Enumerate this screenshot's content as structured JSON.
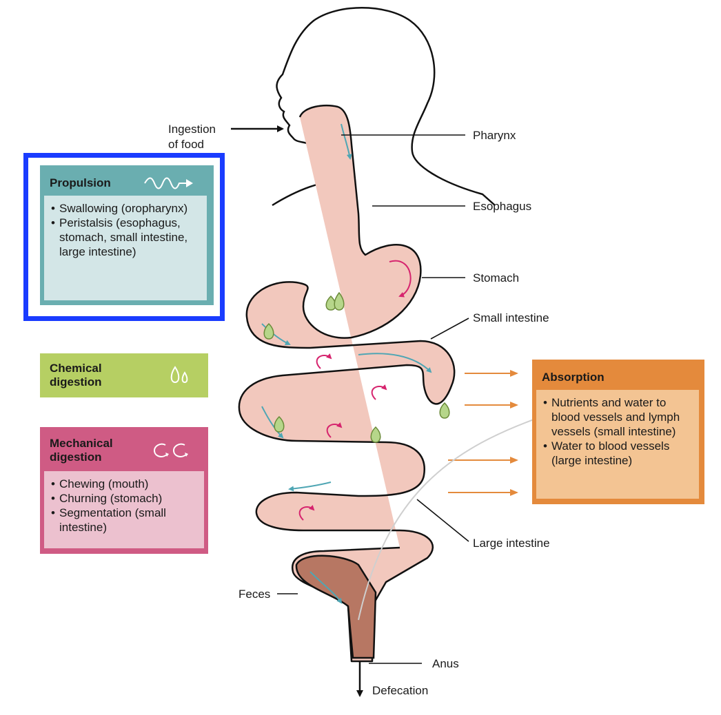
{
  "labels": {
    "ingestion": [
      "Ingestion",
      "of food"
    ],
    "pharynx": "Pharynx",
    "esophagus": "Esophagus",
    "stomach": "Stomach",
    "small_intestine": "Small intestine",
    "large_intestine": "Large intestine",
    "feces": "Feces",
    "anus": "Anus",
    "defecation": "Defecation"
  },
  "propulsion": {
    "title": "Propulsion",
    "items": [
      "Swallowing (oropharynx)",
      "Peristalsis (esophagus, stomach, small intestine, large intestine)"
    ]
  },
  "chemical": {
    "title": "Chemical digestion"
  },
  "mechanical": {
    "title": "Mechanical digestion",
    "items": [
      "Chewing (mouth)",
      "Churning (stomach)",
      "Segmentation (small intestine)"
    ]
  },
  "absorption": {
    "title": "Absorption",
    "items": [
      "Nutrients and water to blood vessels and lymph vessels (small intestine)",
      "Water to blood vessels (large intestine)"
    ]
  },
  "colors": {
    "propulsion": "#6aaeb0",
    "chemical": "#b6cf63",
    "mechanical": "#cf5b84",
    "absorption": "#e48a3c",
    "tract_fill": "#f2c8bd",
    "highlight": "#1a3cff"
  },
  "icons": [
    "wave-arrow-icon",
    "droplets-icon",
    "churn-arrows-icon"
  ]
}
